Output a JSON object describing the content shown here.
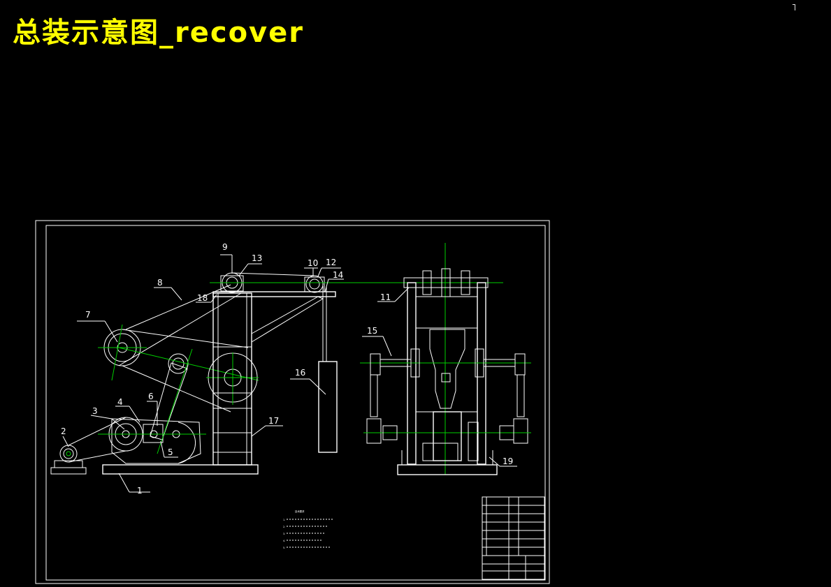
{
  "title": "总装示意图_recover",
  "corner_mark": "˥",
  "part_labels": [
    {
      "id": "p1",
      "text": "1"
    },
    {
      "id": "p2",
      "text": "2"
    },
    {
      "id": "p3",
      "text": "3"
    },
    {
      "id": "p4",
      "text": "4"
    },
    {
      "id": "p5",
      "text": "5"
    },
    {
      "id": "p6",
      "text": "6"
    },
    {
      "id": "p7",
      "text": "7"
    },
    {
      "id": "p8",
      "text": "8"
    },
    {
      "id": "p9",
      "text": "9"
    },
    {
      "id": "p10",
      "text": "10"
    },
    {
      "id": "p11",
      "text": "11"
    },
    {
      "id": "p12",
      "text": "12"
    },
    {
      "id": "p13",
      "text": "13"
    },
    {
      "id": "p14",
      "text": "14"
    },
    {
      "id": "p15",
      "text": "15"
    },
    {
      "id": "p16",
      "text": "16"
    },
    {
      "id": "p17",
      "text": "17"
    },
    {
      "id": "p18",
      "text": "18"
    },
    {
      "id": "p19",
      "text": "19"
    }
  ],
  "notes": {
    "heading": "技术要求",
    "lines": [
      "1.",
      "2.",
      "3.",
      "4.",
      "5."
    ]
  }
}
